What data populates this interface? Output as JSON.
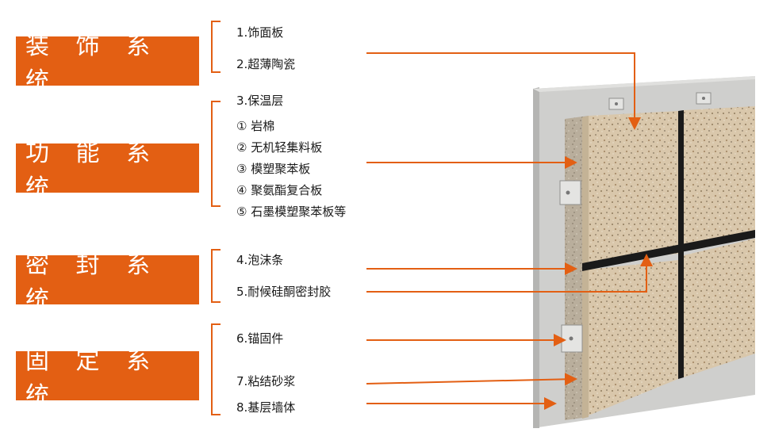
{
  "systems": [
    {
      "label": "装 饰 系 统"
    },
    {
      "label": "功 能 系 统"
    },
    {
      "label": "密 封 系 统"
    },
    {
      "label": "固 定 系 统"
    }
  ],
  "items": [
    "1.饰面板",
    "2.超薄陶瓷",
    "3.保温层",
    "① 岩棉",
    "② 无机轻集料板",
    "③ 模塑聚苯板",
    "④ 聚氨酯复合板",
    "⑤ 石墨模塑聚苯板等",
    "4.泡沫条",
    "5.耐候硅酮密封胶",
    "6.锚固件",
    "7.粘结砂浆",
    "8.基层墙体"
  ],
  "colors": {
    "accent": "#e35f13",
    "stone": "#d8c5a8",
    "wall": "#c9c9c7",
    "insulation": "#b7ad9c"
  }
}
